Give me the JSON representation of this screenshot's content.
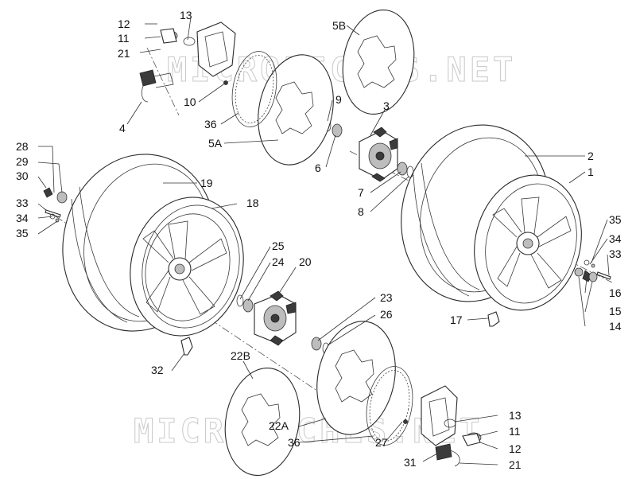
{
  "watermark": "MICROFICHES.NET",
  "labels": {
    "l1": "1",
    "l2": "2",
    "l3": "3",
    "l4": "4",
    "l5A": "5A",
    "l5B": "5B",
    "l6": "6",
    "l7": "7",
    "l8": "8",
    "l9": "9",
    "l10": "10",
    "l11": "11",
    "l11b": "11",
    "l12": "12",
    "l12b": "12",
    "l13": "13",
    "l13b": "13",
    "l14": "14",
    "l15": "15",
    "l16": "16",
    "l17": "17",
    "l18": "18",
    "l19": "19",
    "l20": "20",
    "l21": "21",
    "l21b": "21",
    "l22A": "22A",
    "l22B": "22B",
    "l23": "23",
    "l24": "24",
    "l25": "25",
    "l26": "26",
    "l27": "27",
    "l28": "28",
    "l29": "29",
    "l30": "30",
    "l31": "31",
    "l32": "32",
    "l33": "33",
    "l33b": "33",
    "l34": "34",
    "l34b": "34",
    "l35": "35",
    "l35b": "35",
    "l36": "36",
    "l36b": "36"
  }
}
